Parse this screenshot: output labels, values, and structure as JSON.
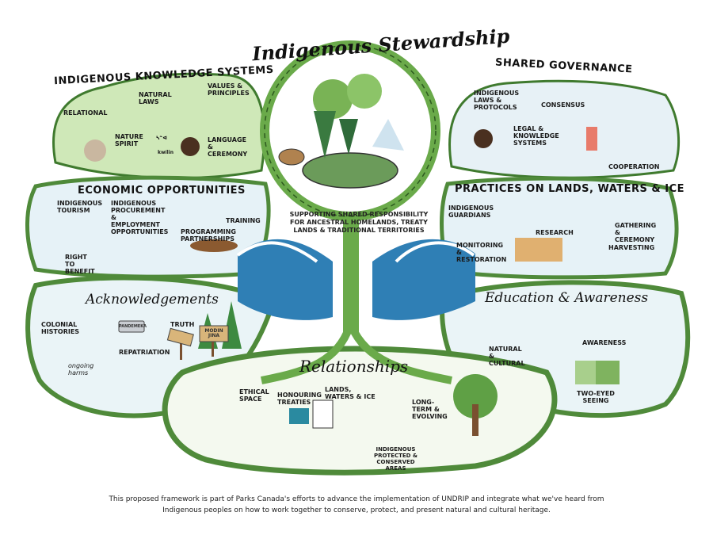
{
  "title": "Indigenous Stewardship",
  "center_subtitle": "Supporting shared responsibility for ancestral homelands, treaty lands & traditional territories",
  "colors": {
    "leaf_green": "#8fc46a",
    "light_green": "#dcefcf",
    "water_blue": "#2f7fb5",
    "sky": "#e8f3f8"
  },
  "sections": {
    "knowledge": {
      "heading": "Indigenous Knowledge Systems",
      "items": [
        "Relational",
        "Natural Laws",
        "Values & Principles",
        "Nature Spirit",
        "Language & Ceremony"
      ],
      "speech": [
        "ᓴᓐᐊ",
        "kwílin"
      ]
    },
    "governance": {
      "heading": "Shared Governance",
      "items": [
        "Indigenous Laws & Protocols",
        "Consensus",
        "Legal & Knowledge Systems",
        "Cooperation"
      ]
    },
    "economic": {
      "heading": "Economic Opportunities",
      "items": [
        "Indigenous Tourism",
        "Indigenous Procurement & Employment Opportunities",
        "Training",
        "Programming Partnerships",
        "Right to Benefit"
      ]
    },
    "practices": {
      "heading": "Practices on Lands, Waters & Ice",
      "items": [
        "Indigenous Guardians",
        "Research",
        "Gathering & Ceremony",
        "Monitoring & Restoration",
        "Harvesting"
      ]
    },
    "acknowledgements": {
      "heading": "Acknowledgements",
      "items": [
        "Colonial Histories",
        "Truth",
        "Repatriation",
        "ongoing harms"
      ],
      "signs": [
        "Pandemeka",
        "Modin Jina"
      ]
    },
    "education": {
      "heading": "Education & Awareness",
      "items": [
        "Natural & Cultural",
        "Awareness",
        "Two-Eyed Seeing"
      ]
    },
    "relationships": {
      "heading": "Relationships",
      "items": [
        "Ethical Space",
        "Honouring Treaties",
        "Lands, Waters & Ice",
        "Long-Term & Evolving",
        "Indigenous Protected & Conserved Areas"
      ]
    }
  },
  "footer": [
    "This proposed framework is part of Parks Canada's efforts to advance the implementation of UNDRIP and integrate what we've heard from",
    "Indigenous peoples on how to work together to conserve, protect, and present natural and cultural heritage."
  ]
}
